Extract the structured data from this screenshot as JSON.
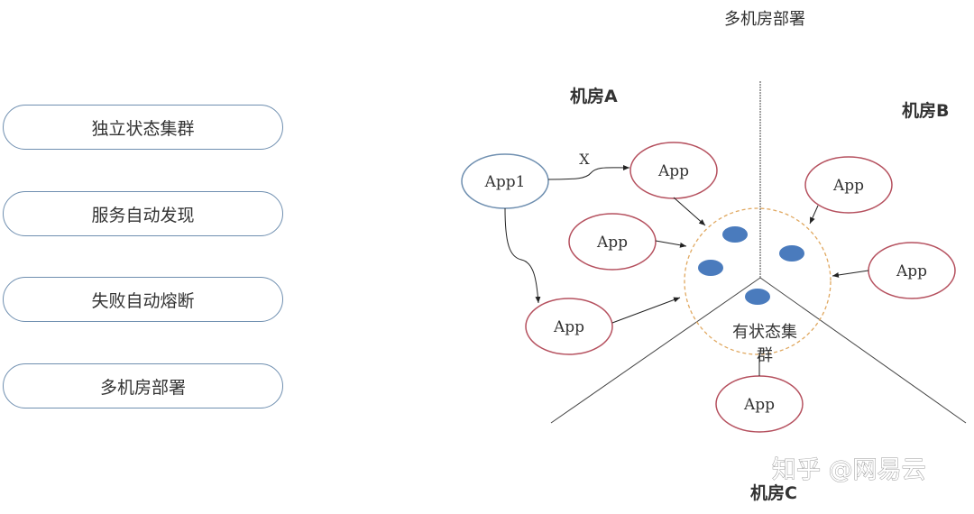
{
  "features": [
    {
      "label": "独立状态集群"
    },
    {
      "label": "服务自动发现"
    },
    {
      "label": "失败自动熔断"
    },
    {
      "label": "多机房部署"
    }
  ],
  "diagram": {
    "title": "多机房部署",
    "rooms": {
      "a": "机房A",
      "b": "机房B",
      "c": "机房C"
    },
    "client_app": "App1",
    "blocked_label": "X",
    "app_label": "App",
    "cluster_label_line1": "有状态集",
    "cluster_label_line2": "群",
    "colors": {
      "client_border": "#6f8fb0",
      "app_border": "#b5505e",
      "cluster_border": "#e0a860",
      "node_fill": "#4a7bbd"
    }
  },
  "watermark": "知乎 @网易云"
}
